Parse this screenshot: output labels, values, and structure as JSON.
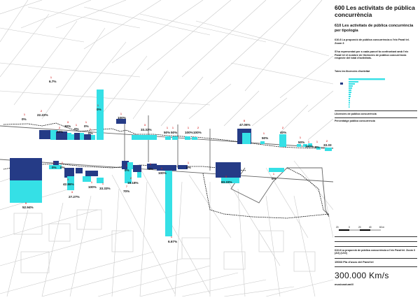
{
  "panel": {
    "title": "600 Les activitats de pública concurrència",
    "subtitle": "610 Les activitats de pública concurrència per tipologia",
    "map_title": "610.8 La proporció de pública concurrència a l'eix Paral·lel. Zoom 3",
    "description": "S'ha representat per a cada parcel·la confrontant amb l'eix Paral·lel el nombre de llicències de pública concurrència respecte del total d'activitats.",
    "legend1_title": "Totes les llicencies d'activitat",
    "legend2_title": "Llicencies de pública concurrència",
    "legend3_title": "Percentatge pública concurrencia",
    "scale_labels": [
      "20",
      "0",
      "20",
      "40",
      "60 m"
    ],
    "footer_map_title": "610.8 La proporció de pública concurrència a l'eix Paral·lel. Zoom 3 (2/2) (1/10)",
    "project": "15033 Pla d'usos del Paral·lel",
    "firm": "300.000 Km/s",
    "firm_tag": "musicaniumill"
  },
  "colors": {
    "cyan": "#35e0e6",
    "navy": "#253b86",
    "black": "#000000"
  },
  "parcels": [
    {
      "pct": "0%",
      "count": "1"
    },
    {
      "pct": "22.22%",
      "count": "2"
    },
    {
      "pct": "6.7%",
      "count": "1"
    },
    {
      "pct": "0%",
      "count": "1"
    },
    {
      "pct": "100%",
      "count": "1"
    },
    {
      "pct": "30%",
      "count": "3"
    },
    {
      "pct": "0%",
      "count": "1"
    },
    {
      "pct": "0%",
      "count": "1"
    },
    {
      "pct": "40%",
      "count": "2"
    },
    {
      "pct": "0%",
      "count": "1"
    },
    {
      "pct": "33.33%",
      "count": "3"
    },
    {
      "pct": "50%",
      "count": "1"
    },
    {
      "pct": "50%",
      "count": "1"
    },
    {
      "pct": "100%",
      "count": "1"
    },
    {
      "pct": "100%",
      "count": "2"
    },
    {
      "pct": "47.06%",
      "count": "8"
    },
    {
      "pct": "50%",
      "count": "1"
    },
    {
      "pct": "40%",
      "count": "2"
    },
    {
      "pct": "50%",
      "count": "1"
    },
    {
      "pct": "100%",
      "count": "1"
    },
    {
      "pct": "0%",
      "count": "1"
    },
    {
      "pct": "33.33",
      "count": "2"
    },
    {
      "pct": "0%",
      "count": "1"
    },
    {
      "pct": "0%",
      "count": "1"
    },
    {
      "pct": "52.94%",
      "count": "9"
    },
    {
      "pct": "42.86%",
      "count": "3"
    },
    {
      "pct": "27.27%",
      "count": "3"
    },
    {
      "pct": "100%",
      "count": "1"
    },
    {
      "pct": "33.33%",
      "count": "1"
    },
    {
      "pct": "0%",
      "count": "1"
    },
    {
      "pct": "18.18%",
      "count": "2"
    },
    {
      "pct": "70%",
      "count": "7"
    },
    {
      "pct": "100%",
      "count": "1"
    },
    {
      "pct": "0%",
      "count": "1"
    },
    {
      "pct": "0%",
      "count": "1"
    },
    {
      "pct": "6.67%",
      "count": "1"
    },
    {
      "pct": "83.33%",
      "count": "5"
    },
    {
      "pct": "0%",
      "count": "1"
    }
  ]
}
